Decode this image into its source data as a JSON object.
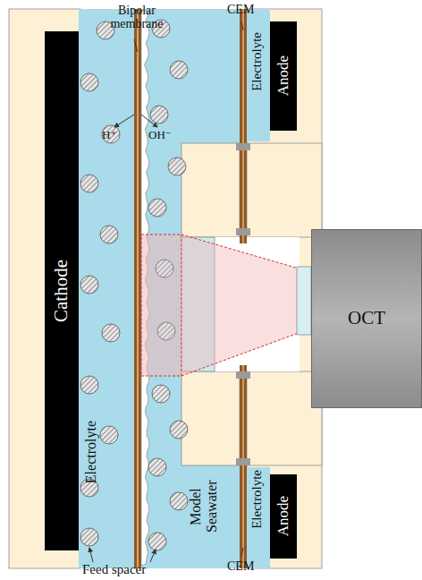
{
  "diagram": {
    "nodes": [
      {
        "text": [
          "Anode"
        ]
      },
      {
        "text": [
          "Cathode"
        ]
      },
      {
        "text": [
          "OCT"
        ]
      },
      {
        "text": [
          "Anode"
        ]
      }
    ],
    "labels": [
      "Bipolar membrane",
      "CEM",
      "Electrolyte",
      "H⁺",
      "OH⁻",
      "Electrolyte",
      "Model Seawater",
      "Electrolyte",
      "CEM",
      "Feed spacer"
    ]
  }
}
